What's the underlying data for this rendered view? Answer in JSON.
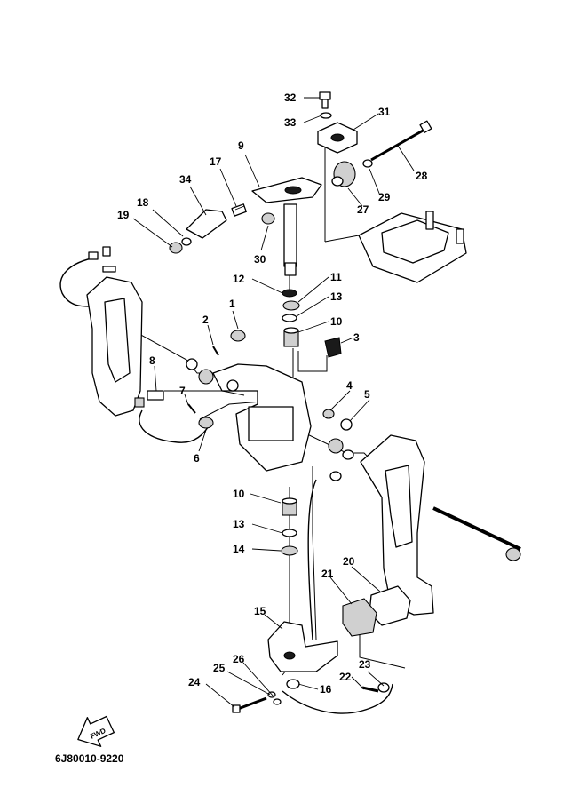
{
  "diagram": {
    "part_code": "6J80010-9220",
    "fwd_label": "FWD",
    "callouts": [
      {
        "id": "c32",
        "label": "32"
      },
      {
        "id": "c33",
        "label": "33"
      },
      {
        "id": "c31",
        "label": "31"
      },
      {
        "id": "c9",
        "label": "9"
      },
      {
        "id": "c17",
        "label": "17"
      },
      {
        "id": "c34",
        "label": "34"
      },
      {
        "id": "c18",
        "label": "18"
      },
      {
        "id": "c19",
        "label": "19"
      },
      {
        "id": "c30",
        "label": "30"
      },
      {
        "id": "c28",
        "label": "28"
      },
      {
        "id": "c29",
        "label": "29"
      },
      {
        "id": "c27",
        "label": "27"
      },
      {
        "id": "c12",
        "label": "12"
      },
      {
        "id": "c11",
        "label": "11"
      },
      {
        "id": "c13a",
        "label": "13"
      },
      {
        "id": "c10a",
        "label": "10"
      },
      {
        "id": "c3",
        "label": "3"
      },
      {
        "id": "c1",
        "label": "1"
      },
      {
        "id": "c2",
        "label": "2"
      },
      {
        "id": "c8",
        "label": "8"
      },
      {
        "id": "c7",
        "label": "7"
      },
      {
        "id": "c6",
        "label": "6"
      },
      {
        "id": "c4",
        "label": "4"
      },
      {
        "id": "c5",
        "label": "5"
      },
      {
        "id": "c10b",
        "label": "10"
      },
      {
        "id": "c13b",
        "label": "13"
      },
      {
        "id": "c14",
        "label": "14"
      },
      {
        "id": "c20",
        "label": "20"
      },
      {
        "id": "c21",
        "label": "21"
      },
      {
        "id": "c15",
        "label": "15"
      },
      {
        "id": "c26",
        "label": "26"
      },
      {
        "id": "c25",
        "label": "25"
      },
      {
        "id": "c24",
        "label": "24"
      },
      {
        "id": "c16",
        "label": "16"
      },
      {
        "id": "c23",
        "label": "23"
      },
      {
        "id": "c22",
        "label": "22"
      }
    ]
  }
}
